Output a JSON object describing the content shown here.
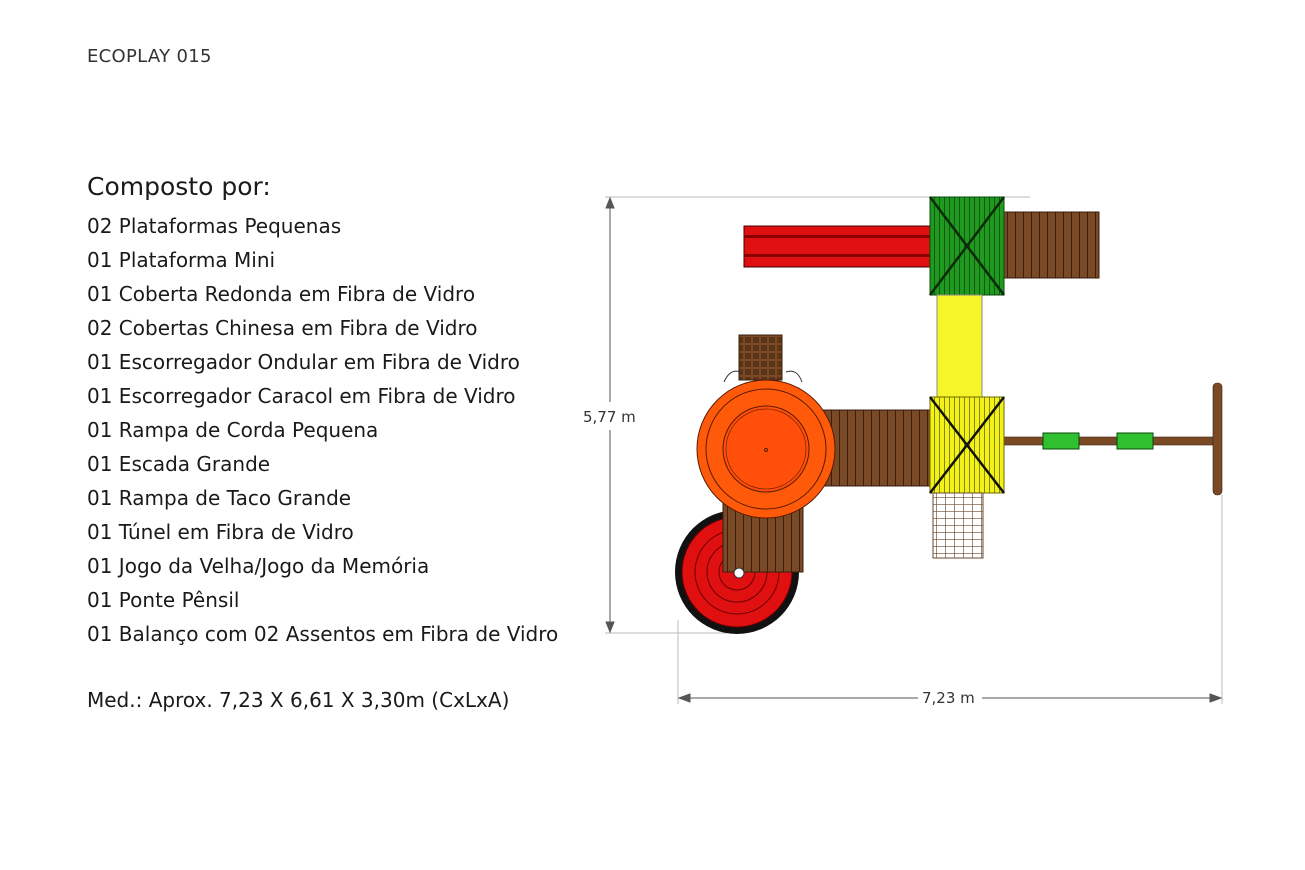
{
  "title": "ECOPLAY 015",
  "heading": "Composto por:",
  "items": [
    "02 Plataformas Pequenas",
    "01 Plataforma Mini",
    "01 Coberta Redonda em Fibra de Vidro",
    "02 Cobertas Chinesa em Fibra de Vidro",
    "01 Escorregador Ondular em Fibra de Vidro",
    "01 Escorregador Caracol em Fibra de Vidro",
    "01 Rampa de Corda Pequena",
    "01 Escada Grande",
    "01 Rampa de Taco Grande",
    "01 Túnel em Fibra de Vidro",
    "01 Jogo da Velha/Jogo da Memória",
    "01 Ponte Pênsil",
    "01 Balanço com 02 Assentos em Fibra de Vidro"
  ],
  "measure": "Med.: Aprox. 7,23 X 6,61 X 3,30m (CxLxA)",
  "drawing": {
    "height_label": "5,77 m",
    "width_label": "7,23 m"
  },
  "colors": {
    "red": "#e01010",
    "green": "#1f9a1f",
    "yellow": "#f2f21a",
    "orange": "#ff5a0a",
    "wood": "#7a4a26"
  }
}
